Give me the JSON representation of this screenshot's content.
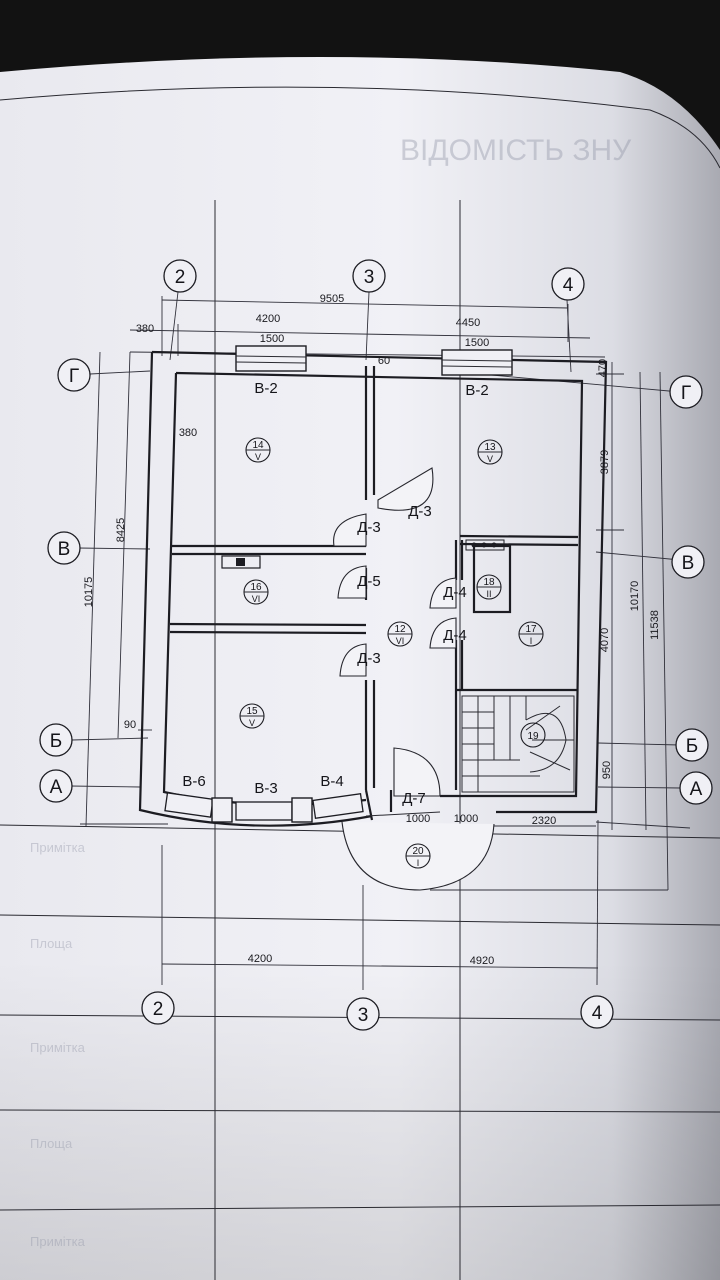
{
  "sheet": {
    "heading_text": "ВІДОМІСТЬ ЗНУ",
    "table_ghost_texts": [
      "Примітка",
      "Площа",
      "Примітка",
      "Площа",
      "Примітка"
    ]
  },
  "axes": {
    "top": [
      "2",
      "3",
      "4"
    ],
    "bottom": [
      "2",
      "3",
      "4"
    ],
    "left": [
      "Г",
      "В",
      "Б",
      "А"
    ],
    "right": [
      "Г",
      "В",
      "Б",
      "А"
    ]
  },
  "dimensions": {
    "top_total": "9505",
    "top_offset": "380",
    "top_span_left": "4200",
    "top_span_right": "4450",
    "window_width_left": "1500",
    "window_width_right": "1500",
    "partition": "60",
    "wall_thickness": "380",
    "left_span": "8425",
    "left_total": "10175",
    "left_small": "90",
    "right_top_offset": "470",
    "right_upper": "3879",
    "right_lower": "4070",
    "right_mid_total": "10170",
    "right_total": "11538",
    "right_bottom": "950",
    "door_left": "1000",
    "door_right": "1000",
    "bottom_right": "2320",
    "bottom_span_left": "4200",
    "bottom_span_right": "4920"
  },
  "openings": {
    "window_top_left": "В-2",
    "window_top_right": "В-2",
    "window_bottom_left": "В-6",
    "window_bottom_mid": "В-3",
    "window_bottom_right": "В-4",
    "door_d3_upper": "Д-3",
    "door_d3_left": "Д-3",
    "door_d5": "Д-5",
    "door_d3_lower": "Д-3",
    "door_d4_upper": "Д-4",
    "door_d4_lower": "Д-4",
    "door_d7": "Д-7"
  },
  "rooms": [
    {
      "id": "14",
      "sub": "V"
    },
    {
      "id": "13",
      "sub": "V"
    },
    {
      "id": "16",
      "sub": "VI"
    },
    {
      "id": "18",
      "sub": "II"
    },
    {
      "id": "12",
      "sub": "VI"
    },
    {
      "id": "17",
      "sub": "I"
    },
    {
      "id": "15",
      "sub": "V"
    },
    {
      "id": "19",
      "sub": ""
    },
    {
      "id": "20",
      "sub": "I"
    }
  ]
}
